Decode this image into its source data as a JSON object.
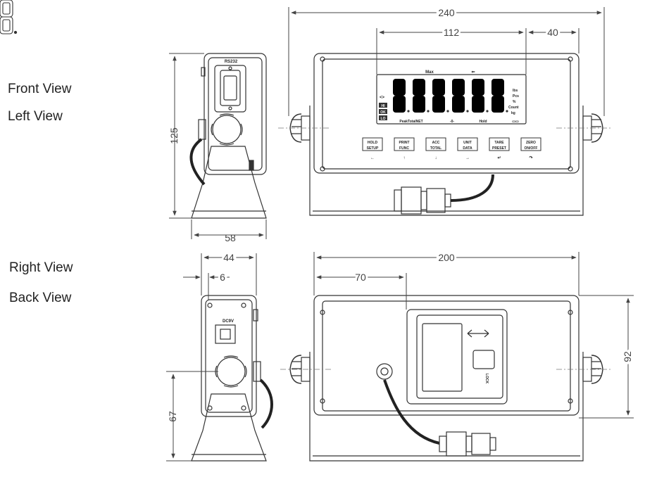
{
  "view_labels": {
    "front": "Front View",
    "left": "Left View",
    "right": "Right View",
    "back": "Back View"
  },
  "dimensions": {
    "width_total": "240",
    "display_width": "112",
    "display_offset": "40",
    "height_front": "125",
    "base_depth": "58",
    "depth_top": "44",
    "offset_small": "6",
    "height_side": "67",
    "back_width": "200",
    "back_offset": "70",
    "back_height": "92"
  },
  "display": {
    "max_label": "Max",
    "arrow_label": "⇐",
    "digits": "8.8.8.8.8.8",
    "left_icon": "<>",
    "status_hi": "HI",
    "status_ok": "OK",
    "status_lo": "LO",
    "bottom_left": "PeakTotalNET",
    "bottom_mid": "-0-",
    "bottom_hold": "Hold",
    "bottom_right": "▭▭",
    "units": [
      "lbs",
      "Pcs",
      "%",
      "Count",
      "kg"
    ]
  },
  "keys": [
    {
      "top": "HOLD",
      "bottom": "SETUP",
      "arrow": "←"
    },
    {
      "top": "PRINT",
      "bottom": "FUNC",
      "arrow": "↑"
    },
    {
      "top": "ACC",
      "bottom": "TOTAL",
      "arrow": "↓"
    },
    {
      "top": "UNIT",
      "bottom": "DATA",
      "arrow": "→"
    },
    {
      "top": "TARE",
      "bottom": "PRESET",
      "arrow": "↵"
    },
    {
      "top": "ZERO",
      "bottom": "ON/OFF",
      "arrow": "↷"
    }
  ],
  "connector_labels": {
    "rs232": "RS232",
    "dc": "DC9V",
    "lock": "LOCK"
  }
}
